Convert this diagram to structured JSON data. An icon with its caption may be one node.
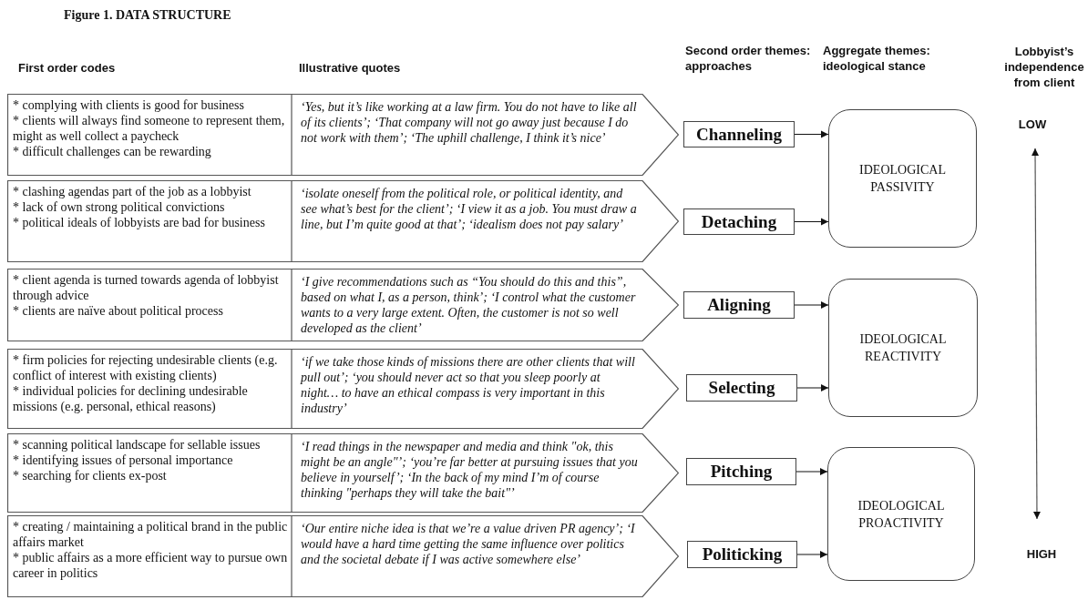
{
  "diagram": {
    "title": "Figure 1. DATA STRUCTURE",
    "nodes": [
      {
        "text": [
          "* complying with clients is good for business",
          "* clients will always find someone to represent them, might as well collect a paycheck",
          "* difficult challenges can be rewarding",
          "‘Yes, but it’s like working at a law firm. You do not have to like all of its clients’; ‘That company will not go away just because I do not work with them’; ‘The uphill challenge, I think it’s nice’"
        ]
      },
      {
        "text": [
          "* clashing agendas part of the job as a lobbyist",
          "* lack of own strong political convictions",
          "* political ideals of lobbyists are bad for business",
          "‘isolate oneself from the political role, or political identity, and see what’s best for the client’; ‘I view it as a job. You must draw a line, but I’m quite good at that’; ‘idealism does not pay salary’"
        ]
      },
      {
        "text": [
          "* client agenda is turned towards agenda of lobbyist through advice",
          "* clients are naïve about political process",
          "‘I give recommendations such as “You should do this and this”, based on what I, as a person, think’; ‘I control what the customer wants to a very large extent. Often, the customer is not so well developed as the client’"
        ]
      },
      {
        "text": [
          "* firm policies for rejecting undesirable clients (e.g. conflict of interest with existing clients)",
          "* individual policies for declining undesirable missions (e.g. personal, ethical reasons)",
          "‘if we take those kinds of missions there are other clients that will pull out’; ‘you should never act so that you sleep poorly at night… to have an ethical compass is very important in this industry’"
        ]
      },
      {
        "text": [
          "* scanning political landscape for sellable issues",
          "* identifying issues of personal importance",
          "* searching for clients ex-post",
          "‘I read things in the newspaper and media and think \"ok, this might be an angle\"’; ‘you’re far better at pursuing issues that you believe in yourself’; ‘In the back of my mind I’m of course thinking \"perhaps they will take the bait\"’"
        ]
      },
      {
        "text": [
          "* creating / maintaining a political brand in the public affairs market",
          "* public affairs as a more efficient way to pursue own career in politics",
          "‘Our entire niche idea is that we’re a value driven PR agency’; ‘I would have a hard time getting the same influence over politics and the societal debate if I was active somewhere else’"
        ]
      },
      {
        "text": [
          "Channeling"
        ]
      },
      {
        "text": [
          "Detaching"
        ]
      },
      {
        "text": [
          "Aligning"
        ]
      },
      {
        "text": [
          "Selecting"
        ]
      },
      {
        "text": [
          "Pitching"
        ]
      },
      {
        "text": [
          "Politicking"
        ]
      },
      {
        "text": [
          "IDEOLOGICAL PASSIVITY"
        ]
      },
      {
        "text": [
          "IDEOLOGICAL REACTIVITY"
        ]
      },
      {
        "text": [
          "IDEOLOGICAL PROACTIVITY"
        ]
      }
    ],
    "edges": [
      {
        "from": 6,
        "to": 12,
        "arrow": "to"
      },
      {
        "from": 7,
        "to": 12,
        "arrow": "to"
      },
      {
        "from": 8,
        "to": 13,
        "arrow": "to"
      },
      {
        "from": 9,
        "to": 13,
        "arrow": "to"
      },
      {
        "from": 10,
        "to": 14,
        "arrow": "to"
      },
      {
        "from": 11,
        "to": 14,
        "arrow": "to"
      }
    ],
    "labels": [
      "First order codes",
      "Illustrative quotes",
      "Second order themes: approaches",
      "Aggregate themes: ideological stance",
      "Lobbyist’s independence from client",
      "LOW",
      "HIGH"
    ]
  }
}
